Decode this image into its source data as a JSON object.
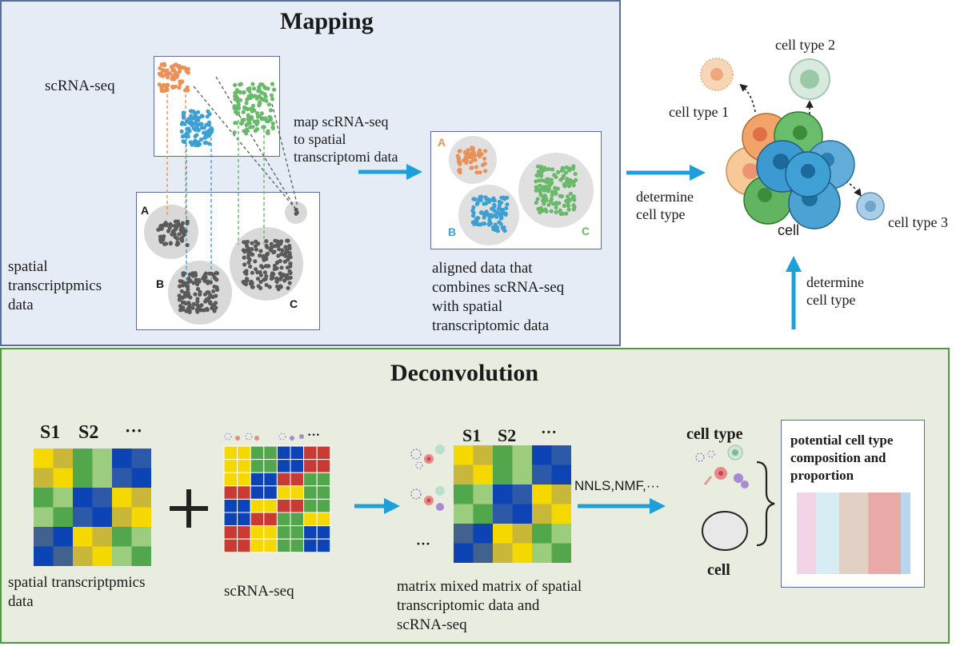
{
  "mapping": {
    "title": "Mapping",
    "scrna_label": "scRNA-seq",
    "spatial_label": [
      "spatial",
      "transcriptpmics",
      "data"
    ],
    "arrow_text": [
      "map scRNA-seq",
      "to spatial",
      "transcriptomi data"
    ],
    "aligned_text": [
      "aligned data that",
      "combines scRNA-seq",
      "with spatial",
      "transcriptomic data"
    ],
    "cluster_letters": [
      "A",
      "B",
      "C"
    ]
  },
  "celltypes": {
    "type1": "cell type 1",
    "type2": "cell type 2",
    "type3": "cell type 3",
    "cell": "cell",
    "determine_right": [
      "determine",
      "cell type"
    ],
    "determine_up": [
      "determine",
      "cell type"
    ]
  },
  "deconvolution": {
    "title": "Deconvolution",
    "s1": "S1",
    "s2": "S2",
    "ellipsis": "···",
    "plus": "+",
    "spatial_label": [
      "spatial transcriptpmics",
      "data"
    ],
    "scrna_label": "scRNA-seq",
    "matrix_label": [
      "matrix mixed matrix of spatial",
      "transcriptomic data and",
      "scRNA-seq"
    ],
    "method": "NNLS,NMF,···",
    "cell_type_label": "cell type",
    "cell_label": "cell",
    "result_title": [
      "potential cell type",
      "composition and",
      "proportion"
    ],
    "proportion_colors": [
      "#f3d3e6",
      "#d7ecf3",
      "#e3d0c4",
      "#eaa9a9",
      "#b9d6ee"
    ],
    "proportions": [
      0.2,
      0.24,
      0.3,
      0.34,
      0.1
    ]
  },
  "colors": {
    "orange": "#e8925a",
    "blue": "#3ea0d2",
    "green": "#6ab86a",
    "grey": "#5a5a5a",
    "arrow": "#1e9fd8"
  }
}
